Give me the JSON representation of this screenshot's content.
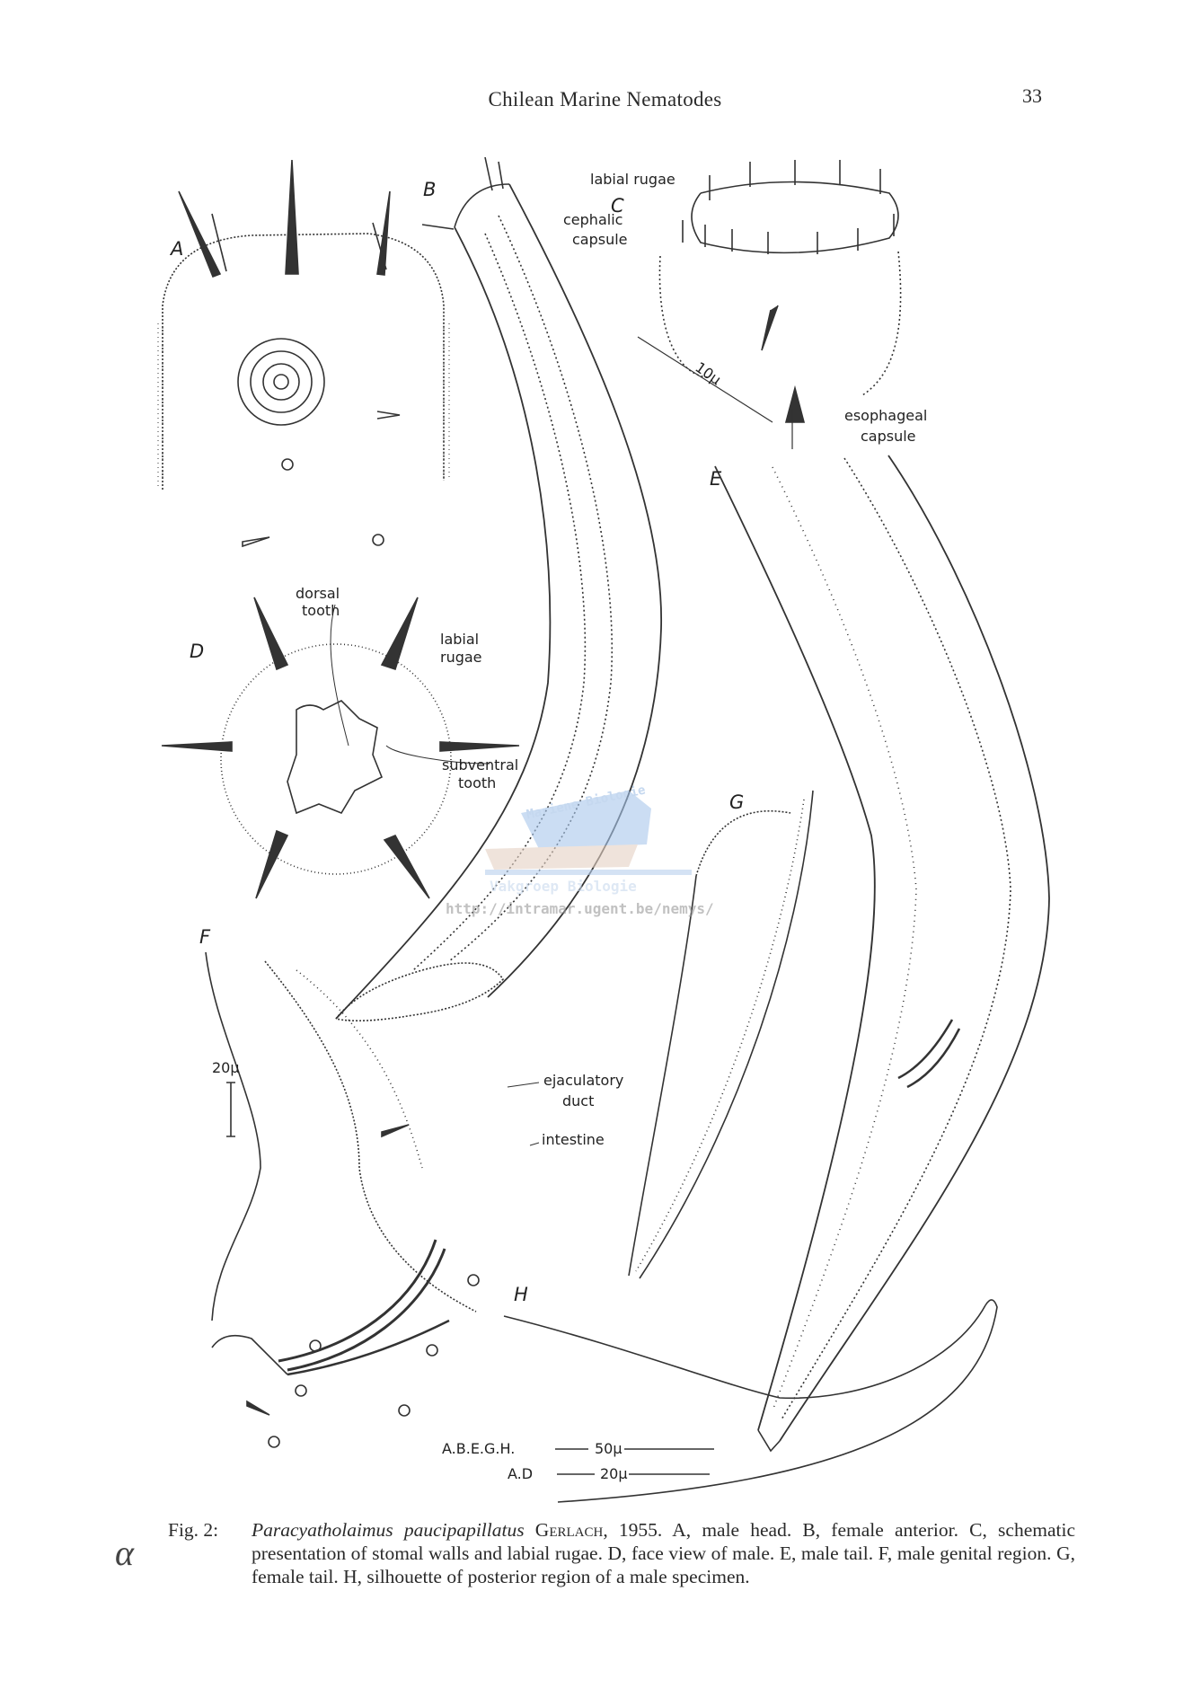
{
  "header": {
    "running_title": "Chilean Marine Nematodes",
    "page_number": "33"
  },
  "figure": {
    "panel_letters": {
      "A": "A",
      "B": "B",
      "C": "C",
      "D": "D",
      "E": "E",
      "F": "F",
      "G": "G",
      "H": "H"
    },
    "annotations": {
      "c_labial_rugae": "labial rugae",
      "c_cephalic_1": "cephalic",
      "c_cephalic_2": "capsule",
      "c_scale": "10μ",
      "esophageal_1": "esophageal",
      "esophageal_2": "capsule",
      "dorsal_1": "dorsal",
      "dorsal_2": "tooth",
      "d_labial_1": "labial",
      "d_labial_2": "rugae",
      "subventral_1": "subventral",
      "subventral_2": "tooth",
      "f_scale": "20μ",
      "ejaculatory_1": "ejaculatory",
      "ejaculatory_2": "duct",
      "intestine": "intestine"
    },
    "scale_bars": [
      {
        "panels": "A.B.E.G.H.",
        "value": "50μ"
      },
      {
        "panels": "A.D",
        "value": "20μ"
      }
    ],
    "watermark": {
      "line1": "Mariene Biologie",
      "line2": "Vakgroep Biologie",
      "url": "http://intramar.ugent.be/nemys/"
    }
  },
  "caption": {
    "fig_label": "Fig. 2:",
    "species": "Paracyatholaimus paucipapillatus",
    "author": "Gerlach",
    "text": ", 1955.  A, male head.  B, female anterior.  C, schematic presentation of stomal walls and labial rugae.  D, face view of male.  E, male tail.  F, male genital region.  G, female tail.  H, silhouette of posterior region of a male specimen."
  },
  "margin_mark": "α"
}
